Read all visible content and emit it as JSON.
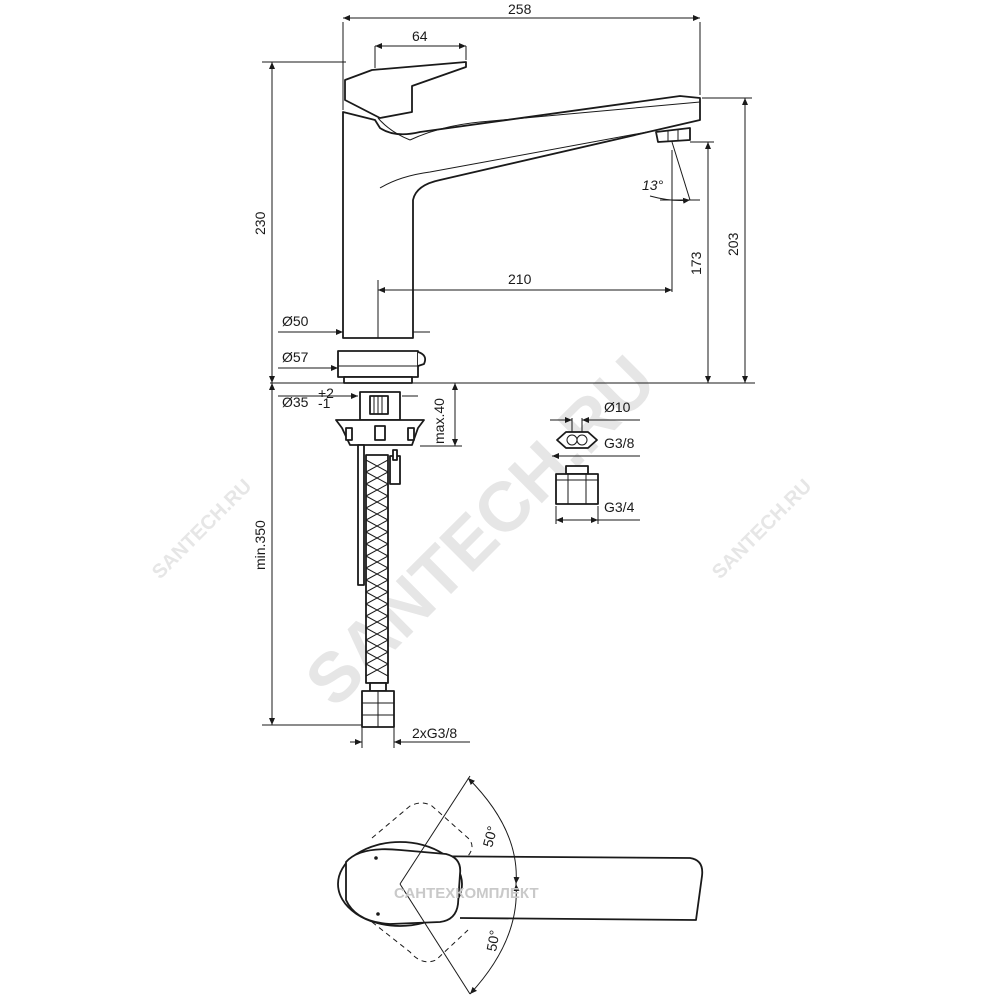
{
  "watermarks": {
    "main": "SANTECH.RU",
    "small_left": "SANTECH.RU",
    "small_right": "SANTECH.RU",
    "brand": "САНТЕХКОМПЛЕКТ"
  },
  "dimensions": {
    "total_length": "258",
    "lever_length": "64",
    "total_height": "230",
    "spout_height": "203",
    "outlet_height": "173",
    "reach": "210",
    "outlet_angle": "13°",
    "body_diameter": "Ø50",
    "base_diameter": "Ø57",
    "hole_diameter": "Ø35",
    "hole_tolerance_plus": "+2",
    "hole_tolerance_minus": "-1",
    "deck_thickness": "max.40",
    "hose_length": "min.350",
    "hose_connections": "2xG3/8",
    "adapter_diameter": "Ø10",
    "adapter_thread_small": "G3/8",
    "adapter_thread_large": "G3/4",
    "swivel_angle_top": "50°",
    "swivel_angle_bottom": "50°"
  },
  "colors": {
    "line": "#1a1a1a",
    "watermark": "#e6e6e6"
  }
}
